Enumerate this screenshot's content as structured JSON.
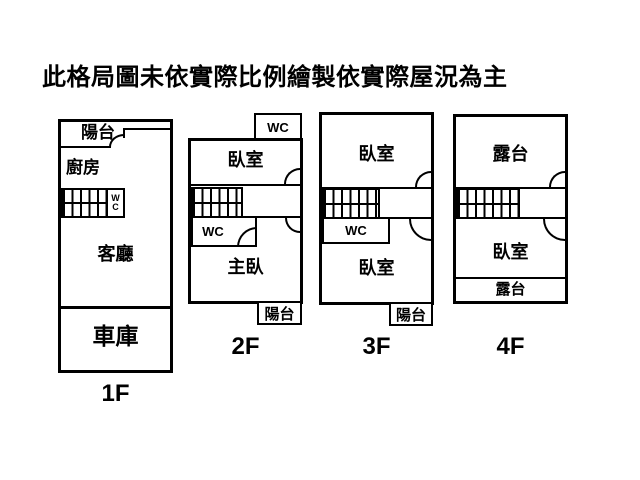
{
  "title": "此格局圖未依實際比例繪製依實際屋況為主",
  "colors": {
    "line": "#000000",
    "background": "#ffffff",
    "text": "#000000"
  },
  "floors": [
    {
      "label": "1F",
      "balcony": "陽台",
      "kitchen": "廚房",
      "stair_wc": "W\nC",
      "living_room": "客廳",
      "garage": "車庫"
    },
    {
      "label": "2F",
      "wc_top": "WC",
      "bedroom": "臥室",
      "wc": "WC",
      "master_bedroom": "主臥",
      "balcony": "陽台"
    },
    {
      "label": "3F",
      "bedroom_top": "臥室",
      "wc": "WC",
      "bedroom_bottom": "臥室",
      "balcony": "陽台"
    },
    {
      "label": "4F",
      "terrace_top": "露台",
      "bedroom": "臥室",
      "terrace_bottom": "露台"
    }
  ]
}
